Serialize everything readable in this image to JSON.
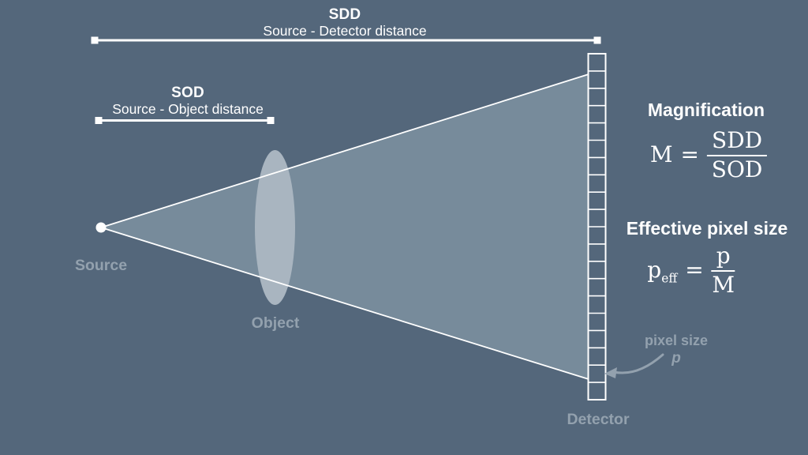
{
  "colors": {
    "bg": "#54677B",
    "beam": "#778B9B",
    "object_fill": "#A9B5C0",
    "label": "#93A1AE",
    "white": "#FFFFFF"
  },
  "measurements": {
    "sdd": {
      "abbr": "SDD",
      "label": "Source - Detector distance"
    },
    "sod": {
      "abbr": "SOD",
      "label": "Source - Object distance"
    }
  },
  "scene": {
    "source_label": "Source",
    "object_label": "Object",
    "detector_label": "Detector",
    "detector_cells": 20
  },
  "magnification": {
    "title": "Magnification",
    "lhs": "M",
    "equals": "=",
    "numerator": "SDD",
    "denominator": "SOD"
  },
  "effective_pixel_size": {
    "title": "Effective pixel size",
    "lhs": "p",
    "lhs_subscript": "eff",
    "equals": "=",
    "numerator": "p",
    "denominator": "M"
  },
  "pixel_size_note": {
    "label": "pixel size",
    "symbol": "p"
  }
}
